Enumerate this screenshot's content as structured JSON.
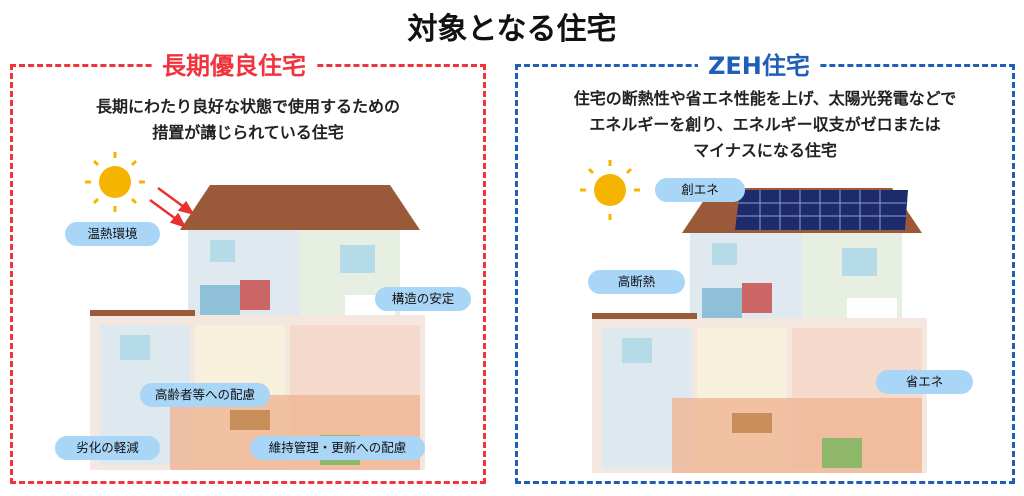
{
  "title": "対象となる住宅",
  "long_life": {
    "heading": "長期優良住宅",
    "description": [
      "長期にわたり良好な状態で使用するための",
      "措置が講じられている住宅"
    ],
    "labels": [
      "温熱環境",
      "構造の安定",
      "高齢者等への配慮",
      "劣化の軽減",
      "維持管理・更新への配慮"
    ]
  },
  "zeh": {
    "heading": "ZEH住宅",
    "description": [
      "住宅の断熱性や省エネ性能を上げ、太陽光発電などで",
      "エネルギーを創り、エネルギー収支がゼロまたは",
      "マイナスになる住宅"
    ],
    "labels": [
      "創エネ",
      "高断熱",
      "省エネ"
    ]
  },
  "colors": {
    "long_life": "#f0333d",
    "zeh": "#1f5fb8",
    "label_bg": "#a9d5f7"
  }
}
